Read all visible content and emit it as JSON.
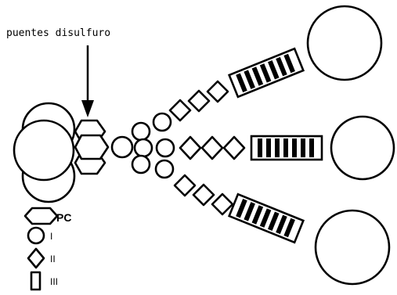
{
  "annotation": {
    "label": "puentes disulfuro"
  },
  "legend": {
    "items": [
      {
        "shape": "hexagon",
        "label": "PC"
      },
      {
        "shape": "circle",
        "label": "I"
      },
      {
        "shape": "diamond",
        "label": "II"
      },
      {
        "shape": "rectangle",
        "label": "III"
      }
    ]
  }
}
